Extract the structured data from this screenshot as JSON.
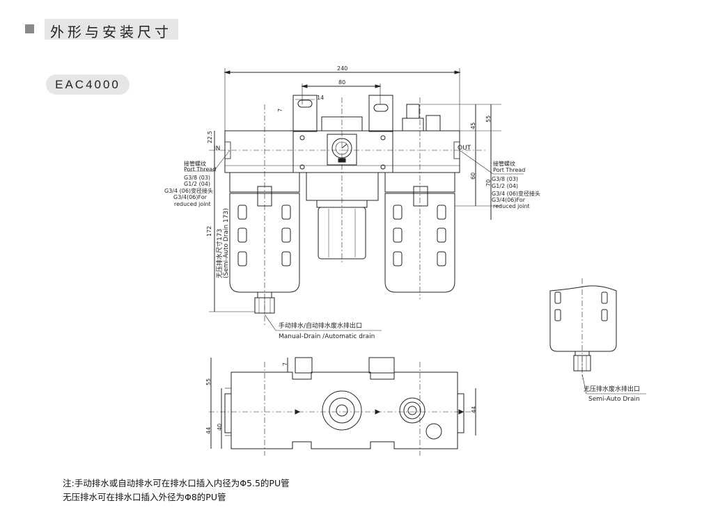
{
  "header": {
    "title": "外形与安装尺寸"
  },
  "model": "EAC4000",
  "dimensions": {
    "overall_width": "240",
    "center_width": "80",
    "bracket_width": "14",
    "bracket_slot": "7",
    "port_height": "22.5",
    "right_top": "45",
    "right_total": "55",
    "right_mid": "60",
    "right_low": "70",
    "left_total": "172",
    "bottom_7": "7",
    "bottom_55": "55",
    "bottom_44": "44",
    "bottom_40": "40",
    "bottom_right_44": "44"
  },
  "ports": {
    "in": "IN",
    "out": "OUT"
  },
  "left_port_label": [
    "接管螺纹",
    "Port Thread",
    "G3/8 (03)",
    "G1/2 (04)",
    "G3/4 (06)变径接头",
    "G3/4(06)For",
    "reduced joint"
  ],
  "right_port_label": [
    "接管螺纹",
    "Port Thread",
    "G3/8 (03)",
    "G1/2 (04)",
    "G3/4 (06)变径接头",
    "G3/4(06)For",
    "reduced joint"
  ],
  "semi_auto_vertical": [
    "无压排水尺寸173",
    "(Semi-Auto Drain 173)"
  ],
  "drain_label": {
    "cn": "手动排水/自动排水废水排出口",
    "en": "Manual-Drain /Automatic drain"
  },
  "semi_drain_label": {
    "cn": "无压排水废水排出口",
    "en": "Semi-Auto Drain"
  },
  "notes": [
    "注:手动排水或自动排水可在排水口插入内径为Φ5.5的PU管",
    "无压排水可在排水口插入外径为Φ8的PU管"
  ]
}
